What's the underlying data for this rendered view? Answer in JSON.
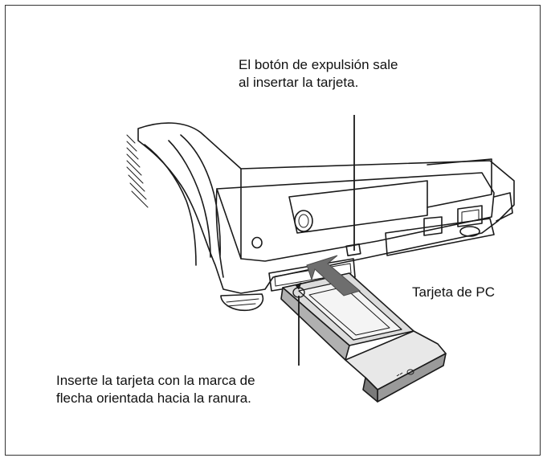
{
  "captions": {
    "eject": [
      "El botón de expulsión sale",
      "al insertar la tarjeta."
    ],
    "card": "Tarjeta de PC",
    "insert": [
      "Inserte la tarjeta con la marca de",
      "flecha orientada hacia la ranura."
    ]
  },
  "colors": {
    "line": "#1a1a1a",
    "arrow": "#6e6e6e",
    "shade": "#c8c8c8",
    "card_face": "#f4f4f4"
  },
  "icons": [
    "projector-illustration",
    "pc-card-illustration",
    "insertion-arrow-icon"
  ]
}
